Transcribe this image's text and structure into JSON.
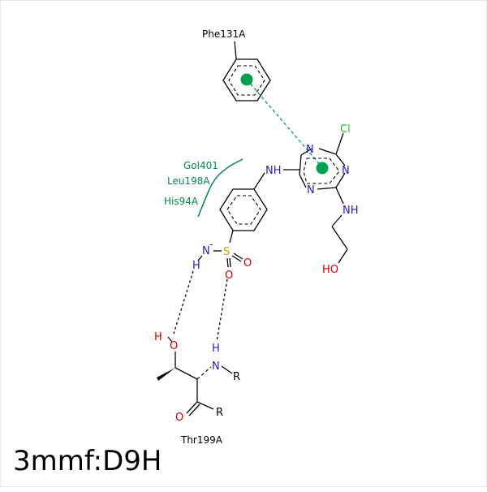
{
  "title": "3mmf:D9H",
  "colors": {
    "nitrogen": "#2020c0",
    "oxygen": "#d00000",
    "chlorine": "#1fc01f",
    "sulfur": "#c8a000",
    "residue_green": "#008a4a",
    "bond": "#000000"
  },
  "residues": {
    "phe": "Phe131A",
    "gol": "Gol401",
    "leu": "Leu198A",
    "his": "His94A",
    "thr": "Thr199A"
  },
  "atoms": {
    "cl": "Cl",
    "n_top": "N",
    "n_right": "N",
    "n_bottom": "N",
    "nh_left": "NH",
    "nh_right": "NH",
    "ho": "HO",
    "s": "S",
    "o_right": "O",
    "o_bottom": "O",
    "n_minus": "N",
    "minus": "-",
    "h_n": "H",
    "h_thr_o": "H",
    "o_thr": "O",
    "h_thr_n": "H",
    "n_thr": "N",
    "r_n": "R",
    "o_carbonyl": "O",
    "r_c": "R"
  }
}
